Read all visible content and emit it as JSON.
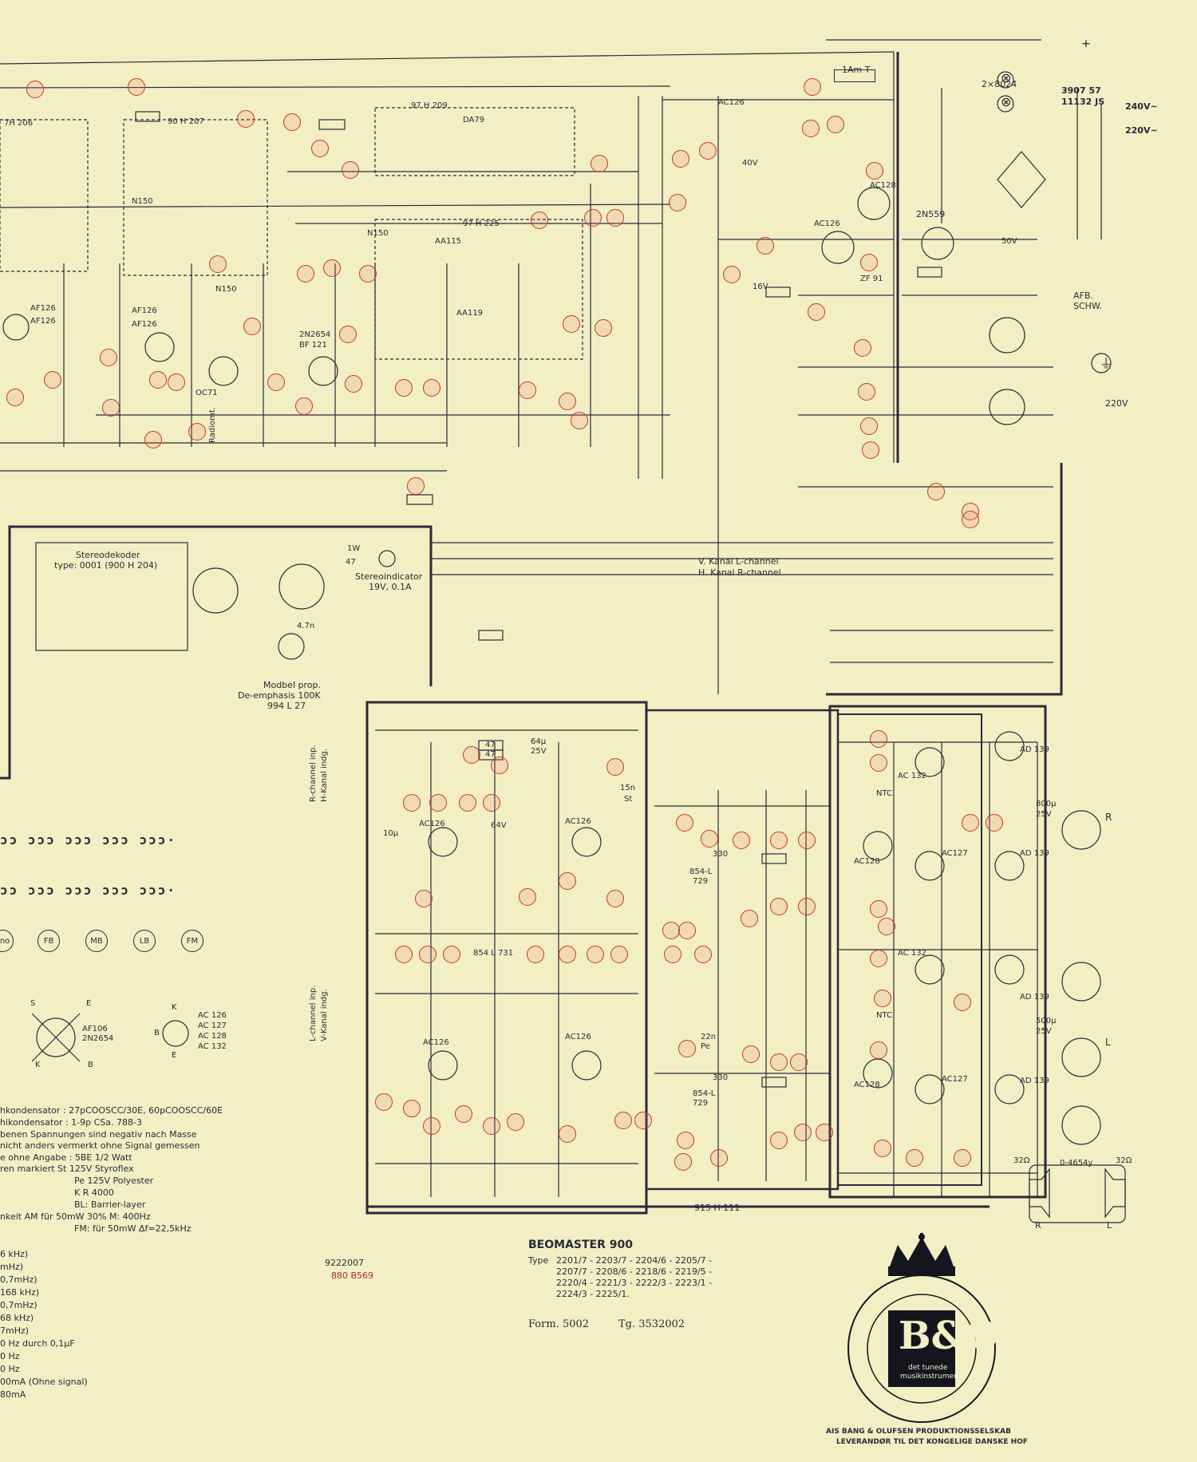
{
  "title": {
    "model": "BEOMASTER 900",
    "type_label": "Type",
    "type_lines": [
      "2201/7 - 2203/7 - 2204/6 - 2205/7 -",
      "2207/7 - 2208/6 - 2218/6 - 2219/5 -",
      "2220/4 - 2221/3 - 2222/3 - 2223/1 -",
      "2224/3 - 2225/1."
    ],
    "form": "Form. 5002",
    "tg": "Tg. 3532002",
    "doc_no": "9222007",
    "doc_no_red": "880 B569",
    "board_no": "915 H 111"
  },
  "transformer": {
    "label_a": "3907 57",
    "label_b": "11132 JS",
    "v240": "240V~",
    "v220": "220V~",
    "mains": "220V",
    "afb": "AFB.",
    "schw": "SCHW."
  },
  "lamps": {
    "label": "2×8024"
  },
  "fuse": {
    "label": "1Am T"
  },
  "stereo_decoder": {
    "line1": "Stereodekoder",
    "line2": "type: 0001 (900 H 204)"
  },
  "stereo_indicator": {
    "watt": "1W",
    "res": "47",
    "label": "Stereoindicator",
    "spec": "19V, 0.1A"
  },
  "deemph": {
    "line1": "Modbel prop.",
    "line2": "De-emphasis 100K",
    "line3": "994 L 27",
    "cap": "4.7n"
  },
  "channels": {
    "v_kanal": "V. Kanal  L-channel",
    "h_kanal": "H. Kanal  R-channel",
    "r_inp": "R-channel inp.",
    "h_inp": "H-Kanal indg.",
    "l_inp": "L-channel inp.",
    "v_inp": "V-Kanal indg."
  },
  "bands": [
    "FB",
    "MB",
    "LB",
    "FM"
  ],
  "band_partial": "ono",
  "transistors": {
    "pinout_left": {
      "e": "E",
      "s": "S",
      "b": "B",
      "k": "K",
      "types": [
        "AF106",
        "2N2654"
      ]
    },
    "pinout_right": {
      "k": "K",
      "b": "B",
      "e": "E",
      "types": [
        "AC 126",
        "AC 127",
        "AC 128",
        "AC 132"
      ]
    }
  },
  "legend_lines": [
    "hkondensator : 27pCOOSCC/30E, 60pCOOSCC/60E",
    "hikondensator : 1-9p CSa. 788-3",
    "benen Spannungen sind negativ nach Masse",
    "nicht anders vermerkt ohne Signal gemessen",
    "e ohne Angabe : 5BE 1/2 Watt",
    "ren markiert St 125V Styroflex",
    "Pe 125V Polyester",
    "K R 4000",
    "BL: Barrier-layer",
    "nkeit AM für 50mW 30% M: 400Hz",
    "FM: für 50mW Δf=22,5kHz"
  ],
  "measure_lines": [
    "6 kHz)",
    "mHz)",
    "0,7mHz)",
    "168 kHz)",
    "0,7mHz)",
    "68 kHz)",
    "7mHz)",
    "0 Hz  durch 0,1µF",
    "0 Hz",
    "0 Hz",
    "00mA (Ohne signal)",
    "80mA"
  ],
  "tuner_labels": [
    "7H 206",
    "90 H 207",
    "97 H 209",
    "97 H 225",
    "DA79",
    "AA119",
    "AA115",
    "N150",
    "N150",
    "N150",
    "Radiomt.",
    "OC71",
    "AF126",
    "AF126",
    "AF126",
    "AF126",
    "2N2654",
    "BF 121"
  ],
  "power_labels": [
    "AC126",
    "AC128",
    "2N559",
    "ZF 91",
    "AC126",
    "40V",
    "50V",
    "16V"
  ],
  "output_labels": [
    "AD 139",
    "AD 139",
    "AD 139",
    "AD 139",
    "AC 132",
    "AC 132",
    "AC127",
    "AC127",
    "AC128",
    "AC128",
    "NTC",
    "NTC",
    "800µ",
    "500µ",
    "25V",
    "25V",
    "R",
    "L",
    "32Ω",
    "32Ω",
    "0-4654y"
  ],
  "preamp_labels": [
    "AC126",
    "AC126",
    "AC126",
    "AC126",
    "854-L",
    "729",
    "854-L",
    "729",
    "854 L 731",
    "64µ",
    "25V",
    "22n",
    "Pe",
    "15n",
    "St",
    "330",
    "330",
    "47",
    "47",
    "10µ",
    "64V"
  ],
  "speaker_plug": {
    "r": "R",
    "l": "L"
  },
  "logo": {
    "mark": "B&O",
    "tag1": "det tunede",
    "tag2": "musikinstrument",
    "ring_top": "AIS BANG & OLUFSEN PRODUKTIONSSELSKAB",
    "ring_bottom": "LEVERANDØR TIL DET KONGELIGE DANSKE HOF"
  },
  "colors": {
    "paper": "#f2efc4",
    "ink": "#2a2a3a",
    "marker": "#c0392b",
    "heavy": "#15151f"
  }
}
